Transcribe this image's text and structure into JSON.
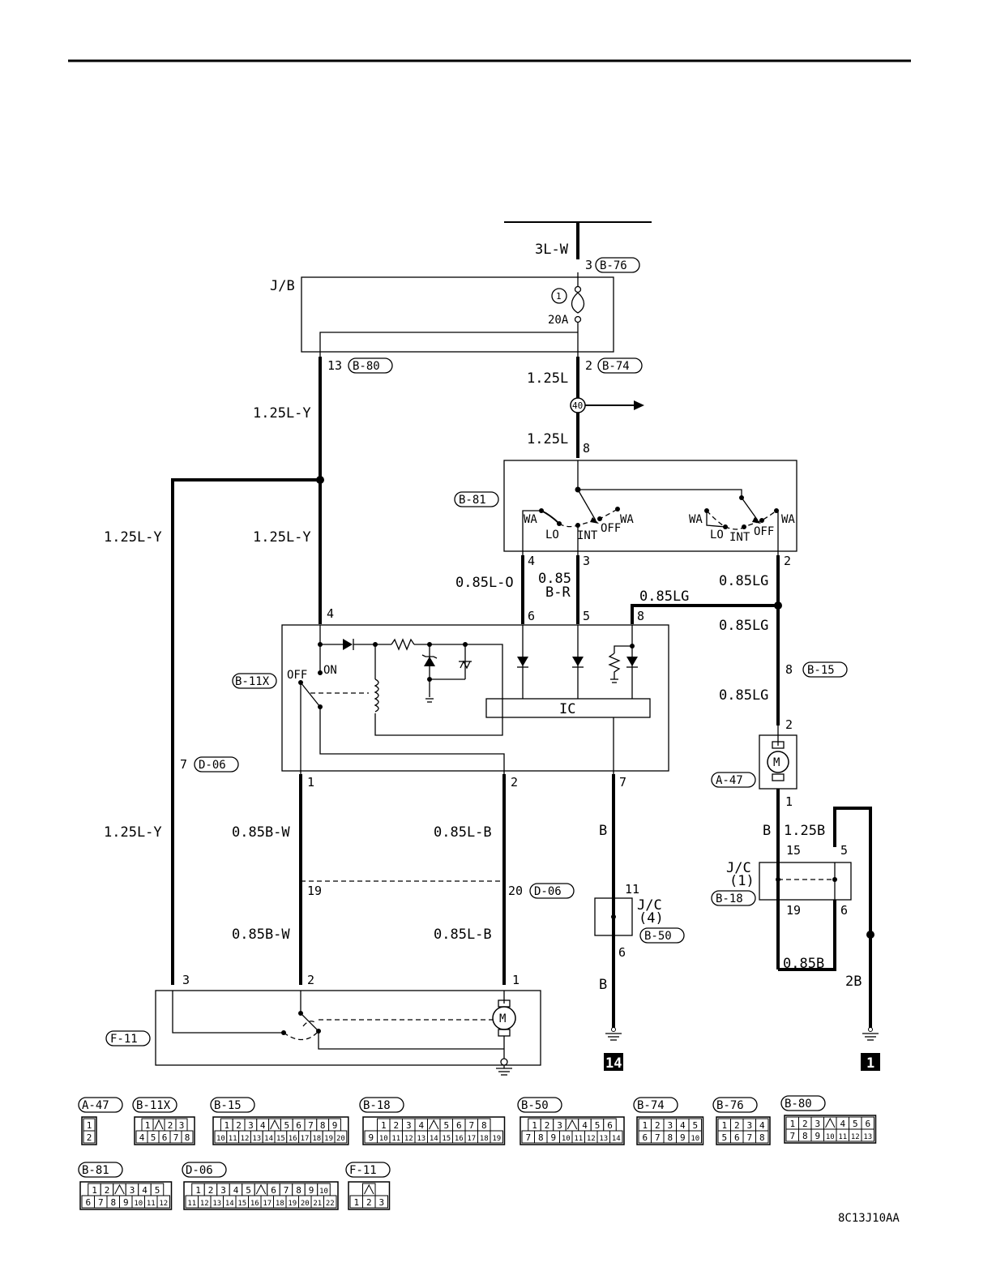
{
  "figure_code": "8C13J10AA",
  "labels": {
    "jb": "J/B",
    "fuse_num": "1",
    "fuse_rating": "20A",
    "jc1": "J/C",
    "jc1_num": "(1)",
    "jc4": "J/C",
    "jc4_num": "(4)",
    "ic": "IC",
    "sw_off": "OFF",
    "sw_on": "ON",
    "wa": "WA",
    "lo": "LO",
    "int": "INT",
    "off": "OFF",
    "joint40": "40",
    "ground14": "14",
    "ground1": "1"
  },
  "connectors": {
    "A47": "A-47",
    "B11X": "B-11X",
    "B15": "B-15",
    "B18": "B-18",
    "B50": "B-50",
    "B74": "B-74",
    "B76": "B-76",
    "B80": "B-80",
    "B81": "B-81",
    "D06": "D-06",
    "F11": "F-11"
  },
  "wires": {
    "w3LW": "3L-W",
    "w125L": "1.25L",
    "w125LY": "1.25L-Y",
    "w085LO": "0.85L-O",
    "w085BR_a": "0.85",
    "w085BR_b": "B-R",
    "w085LG": "0.85LG",
    "w085BW": "0.85B-W",
    "w085LB": "0.85L-B",
    "wB": "B",
    "w125B": "1.25B",
    "w085B": "0.85B",
    "w2B": "2B"
  },
  "pins": {
    "p1": "1",
    "p2": "2",
    "p3": "3",
    "p4": "4",
    "p5": "5",
    "p6": "6",
    "p7": "7",
    "p8": "8",
    "p11": "11",
    "p13": "13",
    "p15": "15",
    "p19": "19",
    "p20": "20"
  },
  "connector_faces": {
    "A47": {
      "rows": [
        [
          "1"
        ],
        [
          "2"
        ]
      ]
    },
    "B11X": {
      "rows": [
        [
          "1",
          "",
          "2",
          "3"
        ],
        [
          "4",
          "5",
          "6",
          "7",
          "8"
        ]
      ]
    },
    "B15": {
      "rows": [
        [
          "1",
          "2",
          "3",
          "4",
          "",
          "5",
          "6",
          "7",
          "8",
          "9"
        ],
        [
          "10",
          "11",
          "12",
          "13",
          "14",
          "15",
          "16",
          "17",
          "18",
          "19",
          "20"
        ]
      ]
    },
    "B18": {
      "rows": [
        [
          "1",
          "2",
          "3",
          "4",
          "",
          "5",
          "6",
          "7",
          "8"
        ],
        [
          "9",
          "10",
          "11",
          "12",
          "13",
          "14",
          "15",
          "16",
          "17",
          "18",
          "19"
        ]
      ]
    },
    "B50": {
      "rows": [
        [
          "1",
          "2",
          "3",
          "",
          "4",
          "5",
          "6"
        ],
        [
          "7",
          "8",
          "9",
          "10",
          "11",
          "12",
          "13",
          "14"
        ]
      ]
    },
    "B74": {
      "rows": [
        [
          "1",
          "2",
          "3",
          "4",
          "5"
        ],
        [
          "6",
          "7",
          "8",
          "9",
          "10"
        ]
      ]
    },
    "B76": {
      "rows": [
        [
          "1",
          "2",
          "3",
          "4"
        ],
        [
          "5",
          "6",
          "7",
          "8"
        ]
      ]
    },
    "B80": {
      "rows": [
        [
          "1",
          "2",
          "3",
          "",
          "4",
          "5",
          "6"
        ],
        [
          "7",
          "8",
          "9",
          "10",
          "11",
          "12",
          "13"
        ]
      ]
    },
    "B81": {
      "rows": [
        [
          "1",
          "2",
          "",
          "3",
          "4",
          "5"
        ],
        [
          "6",
          "7",
          "8",
          "9",
          "10",
          "11",
          "12"
        ]
      ]
    },
    "D06": {
      "rows": [
        [
          "1",
          "2",
          "3",
          "4",
          "5",
          "",
          "6",
          "7",
          "8",
          "9",
          "10"
        ],
        [
          "11",
          "12",
          "13",
          "14",
          "15",
          "16",
          "17",
          "18",
          "19",
          "20",
          "21",
          "22"
        ]
      ]
    },
    "F11": {
      "rows": [
        [
          ""
        ],
        [
          "1",
          "2",
          "3"
        ]
      ]
    }
  }
}
